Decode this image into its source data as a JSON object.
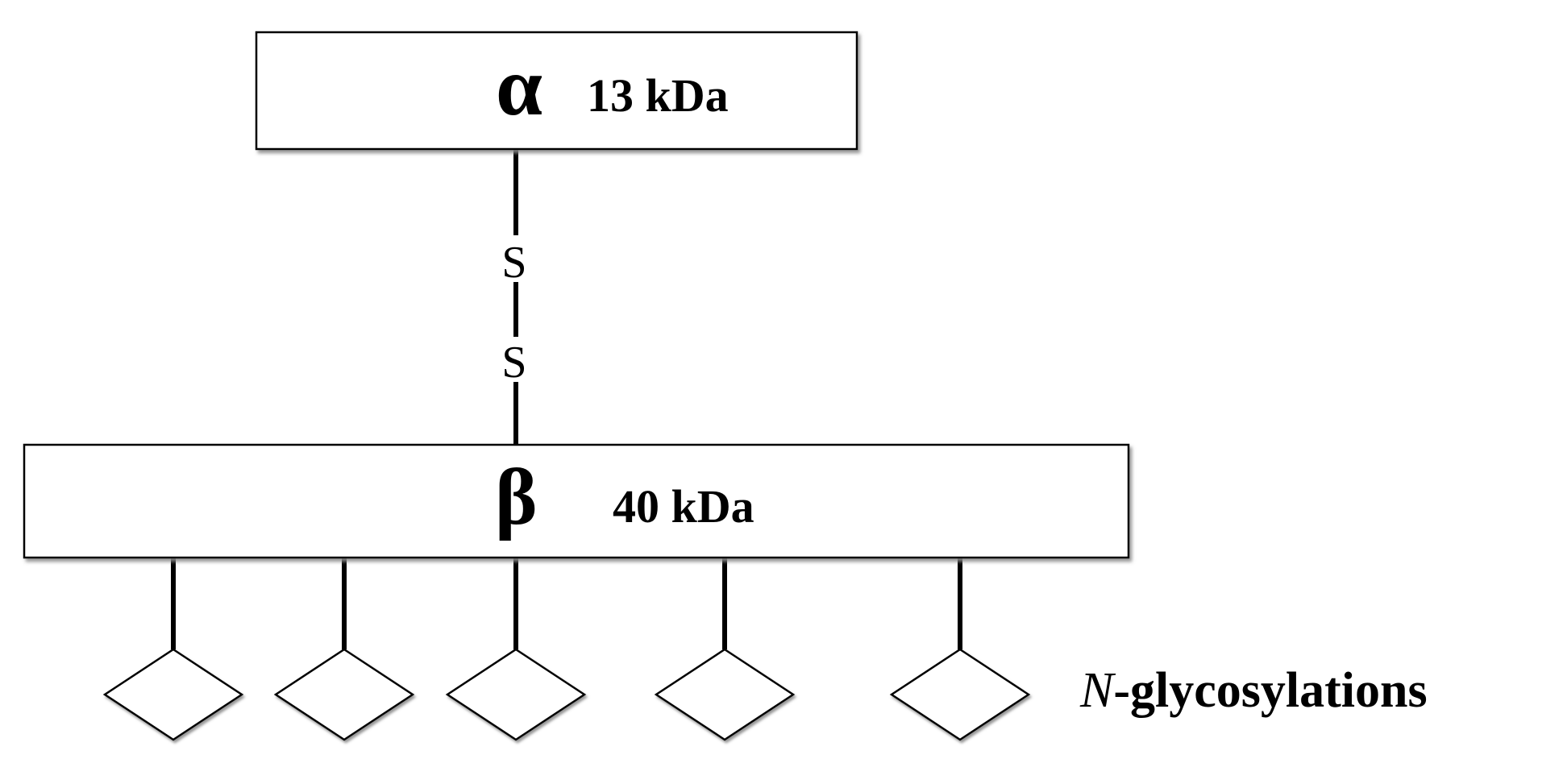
{
  "alpha_subunit": {
    "symbol": "α",
    "mass": "13 kDa"
  },
  "disulfide_bond": {
    "atoms": [
      "S",
      "S"
    ]
  },
  "beta_subunit": {
    "symbol": "β",
    "mass": "40 kDa"
  },
  "glycosylation": {
    "label_prefix": "N",
    "label_suffix": "-glycosylations",
    "site_count": 5
  },
  "colors": {
    "line": "#000000",
    "box_fill": "#ffffff",
    "box_shadow": "#8a8a8a"
  }
}
